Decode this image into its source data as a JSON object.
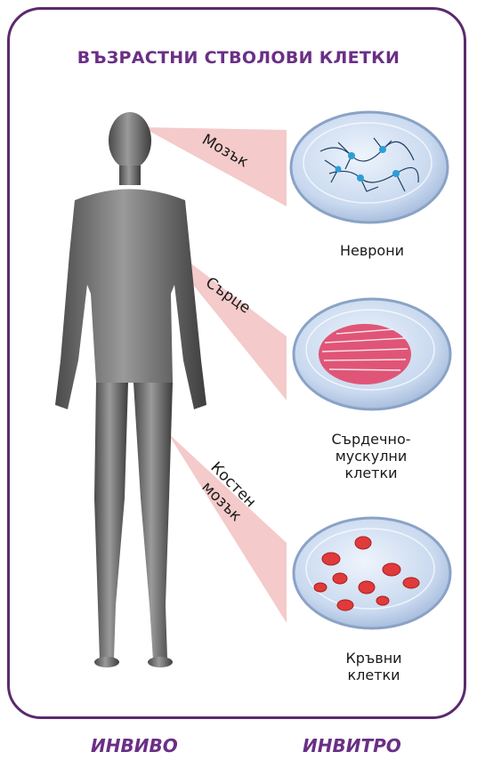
{
  "title": "ВЪЗРАСТНИ СТВОЛОВИ КЛЕТКИ",
  "organs": {
    "brain": "Мозък",
    "heart": "Сърце",
    "bone_marrow_line1": "Костен",
    "bone_marrow_line2": "мозък"
  },
  "cells": {
    "neurons": "Неврони",
    "cardio_line1": "Сърдечно-",
    "cardio_line2": "мускулни",
    "cardio_line3": "клетки",
    "blood_line1": "Кръвни",
    "blood_line2": "клетки"
  },
  "footer": {
    "in_vivo": "ИНВИВО",
    "in_vitro": "ИНВИТРО"
  },
  "colors": {
    "accent": "#6a2f86",
    "frame": "#5b2a6e",
    "beam": "#f3c4c4",
    "body": "#6e6e6e",
    "dish": "#c8d9f0",
    "neuron": "#2a9fd6",
    "muscle": "#e05577",
    "blood": "#e03a3a"
  }
}
